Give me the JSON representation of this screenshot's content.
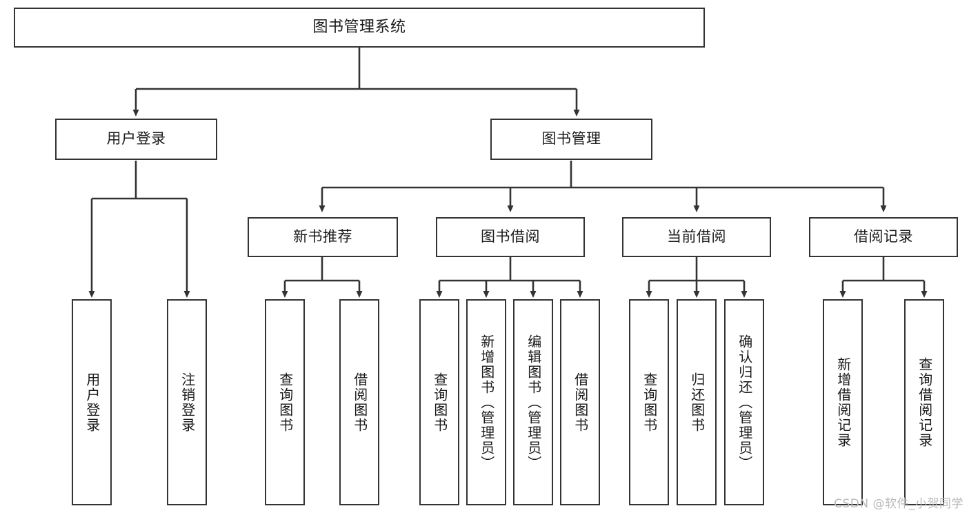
{
  "diagram": {
    "title": "图书管理系统",
    "type": "tree",
    "colors": {
      "stroke": "#333333",
      "fill": "#ffffff",
      "text": "#1a1a1a",
      "watermark": "#b9b9b9"
    },
    "root": {
      "label": "图书管理系统"
    },
    "level2": [
      {
        "label": "用户登录"
      },
      {
        "label": "图书管理"
      }
    ],
    "level3": [
      {
        "label": "新书推荐"
      },
      {
        "label": "图书借阅"
      },
      {
        "label": "当前借阅"
      },
      {
        "label": "借阅记录"
      }
    ],
    "leaves": {
      "user_login": [
        {
          "label": "用户登录"
        },
        {
          "label": "注销登录"
        }
      ],
      "new_book": [
        {
          "label": "查询图书"
        },
        {
          "label": "借阅图书"
        }
      ],
      "book_borrow": [
        {
          "label": "查询图书"
        },
        {
          "label": "新增图书（管理员）"
        },
        {
          "label": "编辑图书（管理员）"
        },
        {
          "label": "借阅图书"
        }
      ],
      "current_borrow": [
        {
          "label": "查询图书"
        },
        {
          "label": "归还图书"
        },
        {
          "label": "确认归还（管理员）"
        }
      ],
      "borrow_record": [
        {
          "label": "新增借阅记录"
        },
        {
          "label": "查询借阅记录"
        }
      ]
    }
  },
  "watermark": {
    "text": "CSDN @软件_小贺同学"
  }
}
